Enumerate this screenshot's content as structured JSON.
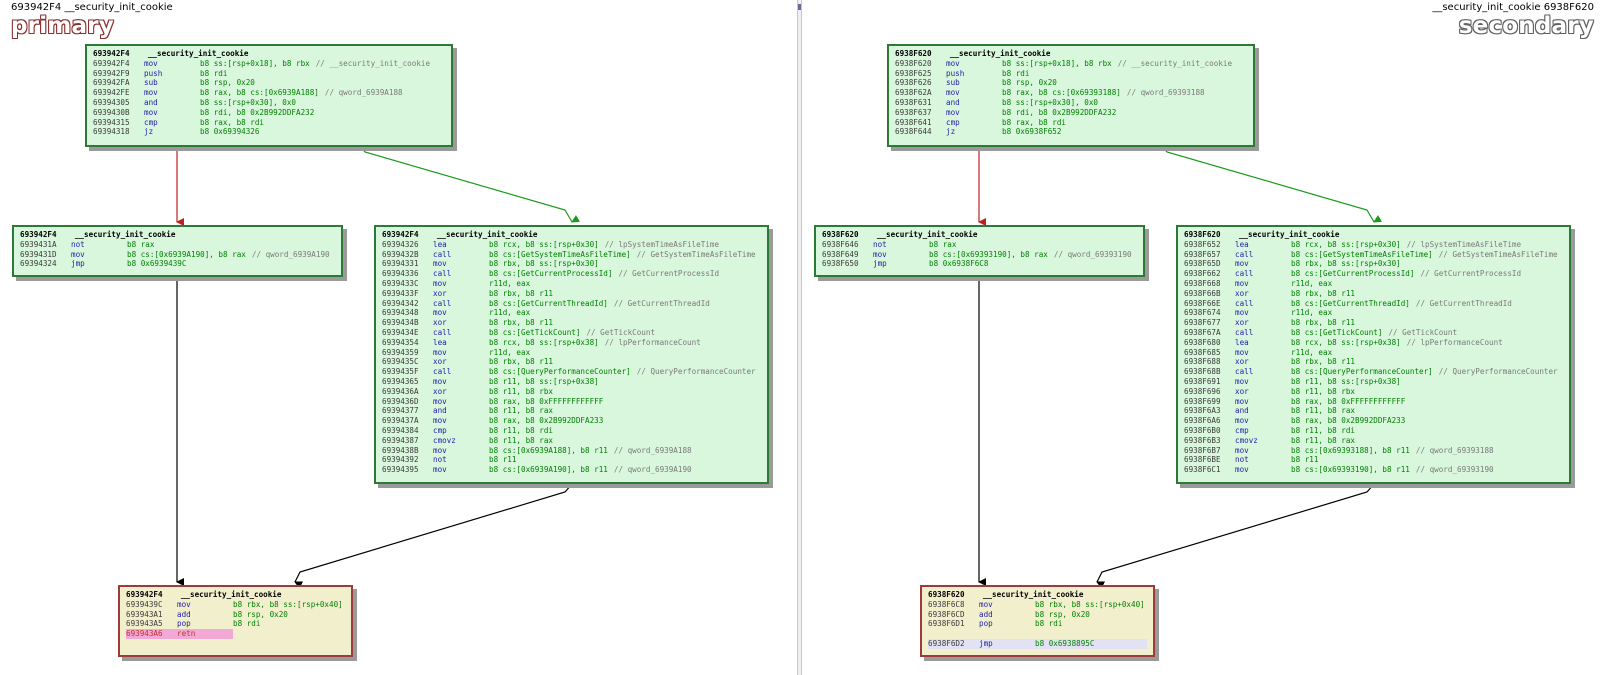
{
  "left": {
    "header": "693942F4 __security_init_cookie",
    "label": "primary",
    "nodes": {
      "top": {
        "title": "693942F4    __security_init_cookie",
        "lines": [
          {
            "addr": "693942F4",
            "mn": "mov",
            "ops": "b8 ss:[rsp+0x18], b8 rbx",
            "cmt": "// __security_init_cookie"
          },
          {
            "addr": "693942F9",
            "mn": "push",
            "ops": "b8 rdi",
            "cmt": ""
          },
          {
            "addr": "693942FA",
            "mn": "sub",
            "ops": "b8 rsp, 0x20",
            "cmt": ""
          },
          {
            "addr": "693942FE",
            "mn": "mov",
            "ops": "b8 rax, b8 cs:[0x6939A188]",
            "cmt": "// qword_6939A188"
          },
          {
            "addr": "69394305",
            "mn": "and",
            "ops": "b8 ss:[rsp+0x30], 0x0",
            "cmt": ""
          },
          {
            "addr": "6939430B",
            "mn": "mov",
            "ops": "b8 rdi, b8 0x2B992DDFA232",
            "cmt": ""
          },
          {
            "addr": "69394315",
            "mn": "cmp",
            "ops": "b8 rax, b8 rdi",
            "cmt": ""
          },
          {
            "addr": "69394318",
            "mn": "jz",
            "ops": "b8 0x69394326",
            "cmt": ""
          }
        ]
      },
      "mid_left": {
        "title": "693942F4    __security_init_cookie",
        "lines": [
          {
            "addr": "6939431A",
            "mn": "not",
            "ops": "b8 rax",
            "cmt": ""
          },
          {
            "addr": "6939431D",
            "mn": "mov",
            "ops": "b8 cs:[0x6939A190], b8 rax",
            "cmt": "// qword_6939A190"
          },
          {
            "addr": "69394324",
            "mn": "jmp",
            "ops": "b8 0x6939439C",
            "cmt": ""
          }
        ]
      },
      "mid_right": {
        "title": "693942F4    __security_init_cookie",
        "lines": [
          {
            "addr": "69394326",
            "mn": "lea",
            "ops": "b8 rcx, b8 ss:[rsp+0x30]",
            "cmt": "// lpSystemTimeAsFileTime"
          },
          {
            "addr": "6939432B",
            "mn": "call",
            "ops": "b8 cs:[GetSystemTimeAsFileTime]",
            "cmt": "// GetSystemTimeAsFileTime"
          },
          {
            "addr": "69394331",
            "mn": "mov",
            "ops": "b8 rbx, b8 ss:[rsp+0x30]",
            "cmt": ""
          },
          {
            "addr": "69394336",
            "mn": "call",
            "ops": "b8 cs:[GetCurrentProcessId]",
            "cmt": "// GetCurrentProcessId"
          },
          {
            "addr": "6939433C",
            "mn": "mov",
            "ops": "r11d, eax",
            "cmt": ""
          },
          {
            "addr": "6939433F",
            "mn": "xor",
            "ops": "b8 rbx, b8 r11",
            "cmt": ""
          },
          {
            "addr": "69394342",
            "mn": "call",
            "ops": "b8 cs:[GetCurrentThreadId]",
            "cmt": "// GetCurrentThreadId"
          },
          {
            "addr": "69394348",
            "mn": "mov",
            "ops": "r11d, eax",
            "cmt": ""
          },
          {
            "addr": "6939434B",
            "mn": "xor",
            "ops": "b8 rbx, b8 r11",
            "cmt": ""
          },
          {
            "addr": "6939434E",
            "mn": "call",
            "ops": "b8 cs:[GetTickCount]",
            "cmt": "// GetTickCount"
          },
          {
            "addr": "69394354",
            "mn": "lea",
            "ops": "b8 rcx, b8 ss:[rsp+0x38]",
            "cmt": "// lpPerformanceCount"
          },
          {
            "addr": "69394359",
            "mn": "mov",
            "ops": "r11d, eax",
            "cmt": ""
          },
          {
            "addr": "6939435C",
            "mn": "xor",
            "ops": "b8 rbx, b8 r11",
            "cmt": ""
          },
          {
            "addr": "6939435F",
            "mn": "call",
            "ops": "b8 cs:[QueryPerformanceCounter]",
            "cmt": "// QueryPerformanceCounter"
          },
          {
            "addr": "69394365",
            "mn": "mov",
            "ops": "b8 r11, b8 ss:[rsp+0x38]",
            "cmt": ""
          },
          {
            "addr": "6939436A",
            "mn": "xor",
            "ops": "b8 r11, b8 rbx",
            "cmt": ""
          },
          {
            "addr": "6939436D",
            "mn": "mov",
            "ops": "b8 rax, b8 0xFFFFFFFFFFFF",
            "cmt": ""
          },
          {
            "addr": "69394377",
            "mn": "and",
            "ops": "b8 r11, b8 rax",
            "cmt": ""
          },
          {
            "addr": "6939437A",
            "mn": "mov",
            "ops": "b8 rax, b8 0x2B992DDFA233",
            "cmt": ""
          },
          {
            "addr": "69394384",
            "mn": "cmp",
            "ops": "b8 r11, b8 rdi",
            "cmt": ""
          },
          {
            "addr": "69394387",
            "mn": "cmovz",
            "ops": "b8 r11, b8 rax",
            "cmt": ""
          },
          {
            "addr": "6939438B",
            "mn": "mov",
            "ops": "b8 cs:[0x6939A188], b8 r11",
            "cmt": "// qword_6939A188"
          },
          {
            "addr": "69394392",
            "mn": "not",
            "ops": "b8 r11",
            "cmt": ""
          },
          {
            "addr": "69394395",
            "mn": "mov",
            "ops": "b8 cs:[0x6939A190], b8 r11",
            "cmt": "// qword_6939A190"
          }
        ]
      },
      "bottom": {
        "title": "693942F4    __security_init_cookie",
        "lines": [
          {
            "addr": "6939439C",
            "mn": "mov",
            "ops": "b8 rbx, b8 ss:[rsp+0x40]",
            "cmt": ""
          },
          {
            "addr": "693943A1",
            "mn": "add",
            "ops": "b8 rsp, 0x20",
            "cmt": ""
          },
          {
            "addr": "693943A5",
            "mn": "pop",
            "ops": "b8 rdi",
            "cmt": ""
          },
          {
            "addr": "693943A6",
            "mn": "retn",
            "ops": "",
            "cmt": "",
            "hl": "pink"
          }
        ]
      }
    }
  },
  "right": {
    "header": "__security_init_cookie 6938F620",
    "label": "secondary",
    "nodes": {
      "top": {
        "title": "6938F620    __security_init_cookie",
        "lines": [
          {
            "addr": "6938F620",
            "mn": "mov",
            "ops": "b8 ss:[rsp+0x18], b8 rbx",
            "cmt": "// __security_init_cookie"
          },
          {
            "addr": "6938F625",
            "mn": "push",
            "ops": "b8 rdi",
            "cmt": ""
          },
          {
            "addr": "6938F626",
            "mn": "sub",
            "ops": "b8 rsp, 0x20",
            "cmt": ""
          },
          {
            "addr": "6938F62A",
            "mn": "mov",
            "ops": "b8 rax, b8 cs:[0x69393188]",
            "cmt": "// qword_69393188"
          },
          {
            "addr": "6938F631",
            "mn": "and",
            "ops": "b8 ss:[rsp+0x30], 0x0",
            "cmt": ""
          },
          {
            "addr": "6938F637",
            "mn": "mov",
            "ops": "b8 rdi, b8 0x2B992DDFA232",
            "cmt": ""
          },
          {
            "addr": "6938F641",
            "mn": "cmp",
            "ops": "b8 rax, b8 rdi",
            "cmt": ""
          },
          {
            "addr": "6938F644",
            "mn": "jz",
            "ops": "b8 0x6938F652",
            "cmt": ""
          }
        ]
      },
      "mid_left": {
        "title": "6938F620    __security_init_cookie",
        "lines": [
          {
            "addr": "6938F646",
            "mn": "not",
            "ops": "b8 rax",
            "cmt": ""
          },
          {
            "addr": "6938F649",
            "mn": "mov",
            "ops": "b8 cs:[0x69393190], b8 rax",
            "cmt": "// qword_69393190"
          },
          {
            "addr": "6938F650",
            "mn": "jmp",
            "ops": "b8 0x6938F6C8",
            "cmt": ""
          }
        ]
      },
      "mid_right": {
        "title": "6938F620    __security_init_cookie",
        "lines": [
          {
            "addr": "6938F652",
            "mn": "lea",
            "ops": "b8 rcx, b8 ss:[rsp+0x30]",
            "cmt": "// lpSystemTimeAsFileTime"
          },
          {
            "addr": "6938F657",
            "mn": "call",
            "ops": "b8 cs:[GetSystemTimeAsFileTime]",
            "cmt": "// GetSystemTimeAsFileTime"
          },
          {
            "addr": "6938F65D",
            "mn": "mov",
            "ops": "b8 rbx, b8 ss:[rsp+0x30]",
            "cmt": ""
          },
          {
            "addr": "6938F662",
            "mn": "call",
            "ops": "b8 cs:[GetCurrentProcessId]",
            "cmt": "// GetCurrentProcessId"
          },
          {
            "addr": "6938F668",
            "mn": "mov",
            "ops": "r11d, eax",
            "cmt": ""
          },
          {
            "addr": "6938F66B",
            "mn": "xor",
            "ops": "b8 rbx, b8 r11",
            "cmt": ""
          },
          {
            "addr": "6938F66E",
            "mn": "call",
            "ops": "b8 cs:[GetCurrentThreadId]",
            "cmt": "// GetCurrentThreadId"
          },
          {
            "addr": "6938F674",
            "mn": "mov",
            "ops": "r11d, eax",
            "cmt": ""
          },
          {
            "addr": "6938F677",
            "mn": "xor",
            "ops": "b8 rbx, b8 r11",
            "cmt": ""
          },
          {
            "addr": "6938F67A",
            "mn": "call",
            "ops": "b8 cs:[GetTickCount]",
            "cmt": "// GetTickCount"
          },
          {
            "addr": "6938F680",
            "mn": "lea",
            "ops": "b8 rcx, b8 ss:[rsp+0x38]",
            "cmt": "// lpPerformanceCount"
          },
          {
            "addr": "6938F685",
            "mn": "mov",
            "ops": "r11d, eax",
            "cmt": ""
          },
          {
            "addr": "6938F688",
            "mn": "xor",
            "ops": "b8 rbx, b8 r11",
            "cmt": ""
          },
          {
            "addr": "6938F68B",
            "mn": "call",
            "ops": "b8 cs:[QueryPerformanceCounter]",
            "cmt": "// QueryPerformanceCounter"
          },
          {
            "addr": "6938F691",
            "mn": "mov",
            "ops": "b8 r11, b8 ss:[rsp+0x38]",
            "cmt": ""
          },
          {
            "addr": "6938F696",
            "mn": "xor",
            "ops": "b8 r11, b8 rbx",
            "cmt": ""
          },
          {
            "addr": "6938F699",
            "mn": "mov",
            "ops": "b8 rax, b8 0xFFFFFFFFFFFF",
            "cmt": ""
          },
          {
            "addr": "6938F6A3",
            "mn": "and",
            "ops": "b8 r11, b8 rax",
            "cmt": ""
          },
          {
            "addr": "6938F6A6",
            "mn": "mov",
            "ops": "b8 rax, b8 0x2B992DDFA233",
            "cmt": ""
          },
          {
            "addr": "6938F6B0",
            "mn": "cmp",
            "ops": "b8 r11, b8 rdi",
            "cmt": ""
          },
          {
            "addr": "6938F6B3",
            "mn": "cmovz",
            "ops": "b8 r11, b8 rax",
            "cmt": ""
          },
          {
            "addr": "6938F6B7",
            "mn": "mov",
            "ops": "b8 cs:[0x69393188], b8 r11",
            "cmt": "// qword_69393188"
          },
          {
            "addr": "6938F6BE",
            "mn": "not",
            "ops": "b8 r11",
            "cmt": ""
          },
          {
            "addr": "6938F6C1",
            "mn": "mov",
            "ops": "b8 cs:[0x69393190], b8 r11",
            "cmt": "// qword_69393190"
          }
        ]
      },
      "bottom": {
        "title": "6938F620    __security_init_cookie",
        "lines": [
          {
            "addr": "6938F6C8",
            "mn": "mov",
            "ops": "b8 rbx, b8 ss:[rsp+0x40]",
            "cmt": ""
          },
          {
            "addr": "6938F6CD",
            "mn": "add",
            "ops": "b8 rsp, 0x20",
            "cmt": ""
          },
          {
            "addr": "6938F6D1",
            "mn": "pop",
            "ops": "b8 rdi",
            "cmt": ""
          },
          {
            "gap": true
          },
          {
            "addr": "6938F6D2",
            "mn": "jmp",
            "ops": "b8 0x6938895C",
            "cmt": "",
            "hl": "blue"
          }
        ]
      }
    }
  },
  "colors": {
    "node_fill": "#d9f7dd",
    "node_border": "#2d7a36",
    "ret_fill": "#f2efcd",
    "ret_border": "#9e3a3a",
    "edge_true": "#1a9a1a",
    "edge_false": "#c02020",
    "edge_uncond": "#000000"
  }
}
